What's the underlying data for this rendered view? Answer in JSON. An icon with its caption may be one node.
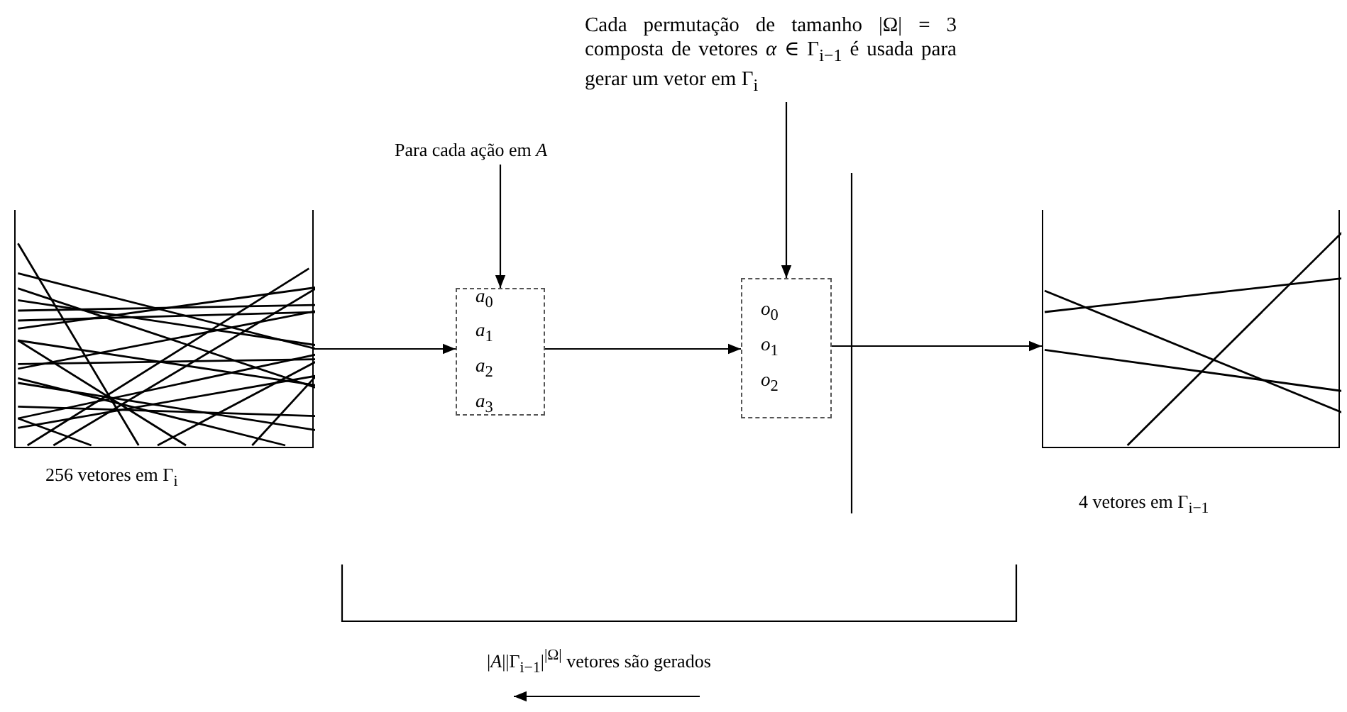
{
  "diagram": {
    "nodes": [
      {
        "text": [],
        "shape": "box",
        "beside": [
          "256 vetores em Γ$_{i}$"
        ]
      },
      {
        "text": [
          "*a*$_{0}$",
          "*a*$_{1}$",
          "*a*$_{2}$",
          "*a*$_{3}$"
        ]
      },
      {
        "text": [
          "*o*$_{0}$",
          "*o*$_{1}$",
          "*o*$_{2}$"
        ]
      },
      {
        "text": [],
        "shape": "box",
        "beside": [
          "4 vetores em Γ$_{i−1}$"
        ]
      },
      {
        "text": [
          "Para cada ação em *A*"
        ]
      },
      {
        "text": [
          "Cada permutação de tamanho |Ω| = 3 composta de vetores *α* ∈ Γ$_{i−1}$ é usada para gerar um vetor em Γ$_{i}$"
        ]
      }
    ],
    "edges": [
      {
        "from": 0,
        "to": 1,
        "arrow": "to"
      },
      {
        "from": 1,
        "to": 2,
        "arrow": "to"
      },
      {
        "from": 2,
        "to": 3,
        "arrow": "to"
      },
      {
        "from": 4,
        "to": 1,
        "arrow": "to"
      },
      {
        "from": 5,
        "to": 2,
        "arrow": "to"
      }
    ],
    "labels": [
      "|*A*||Γ$_{i−1}$|$^{|Ω|}$ vetores são gerados"
    ]
  }
}
